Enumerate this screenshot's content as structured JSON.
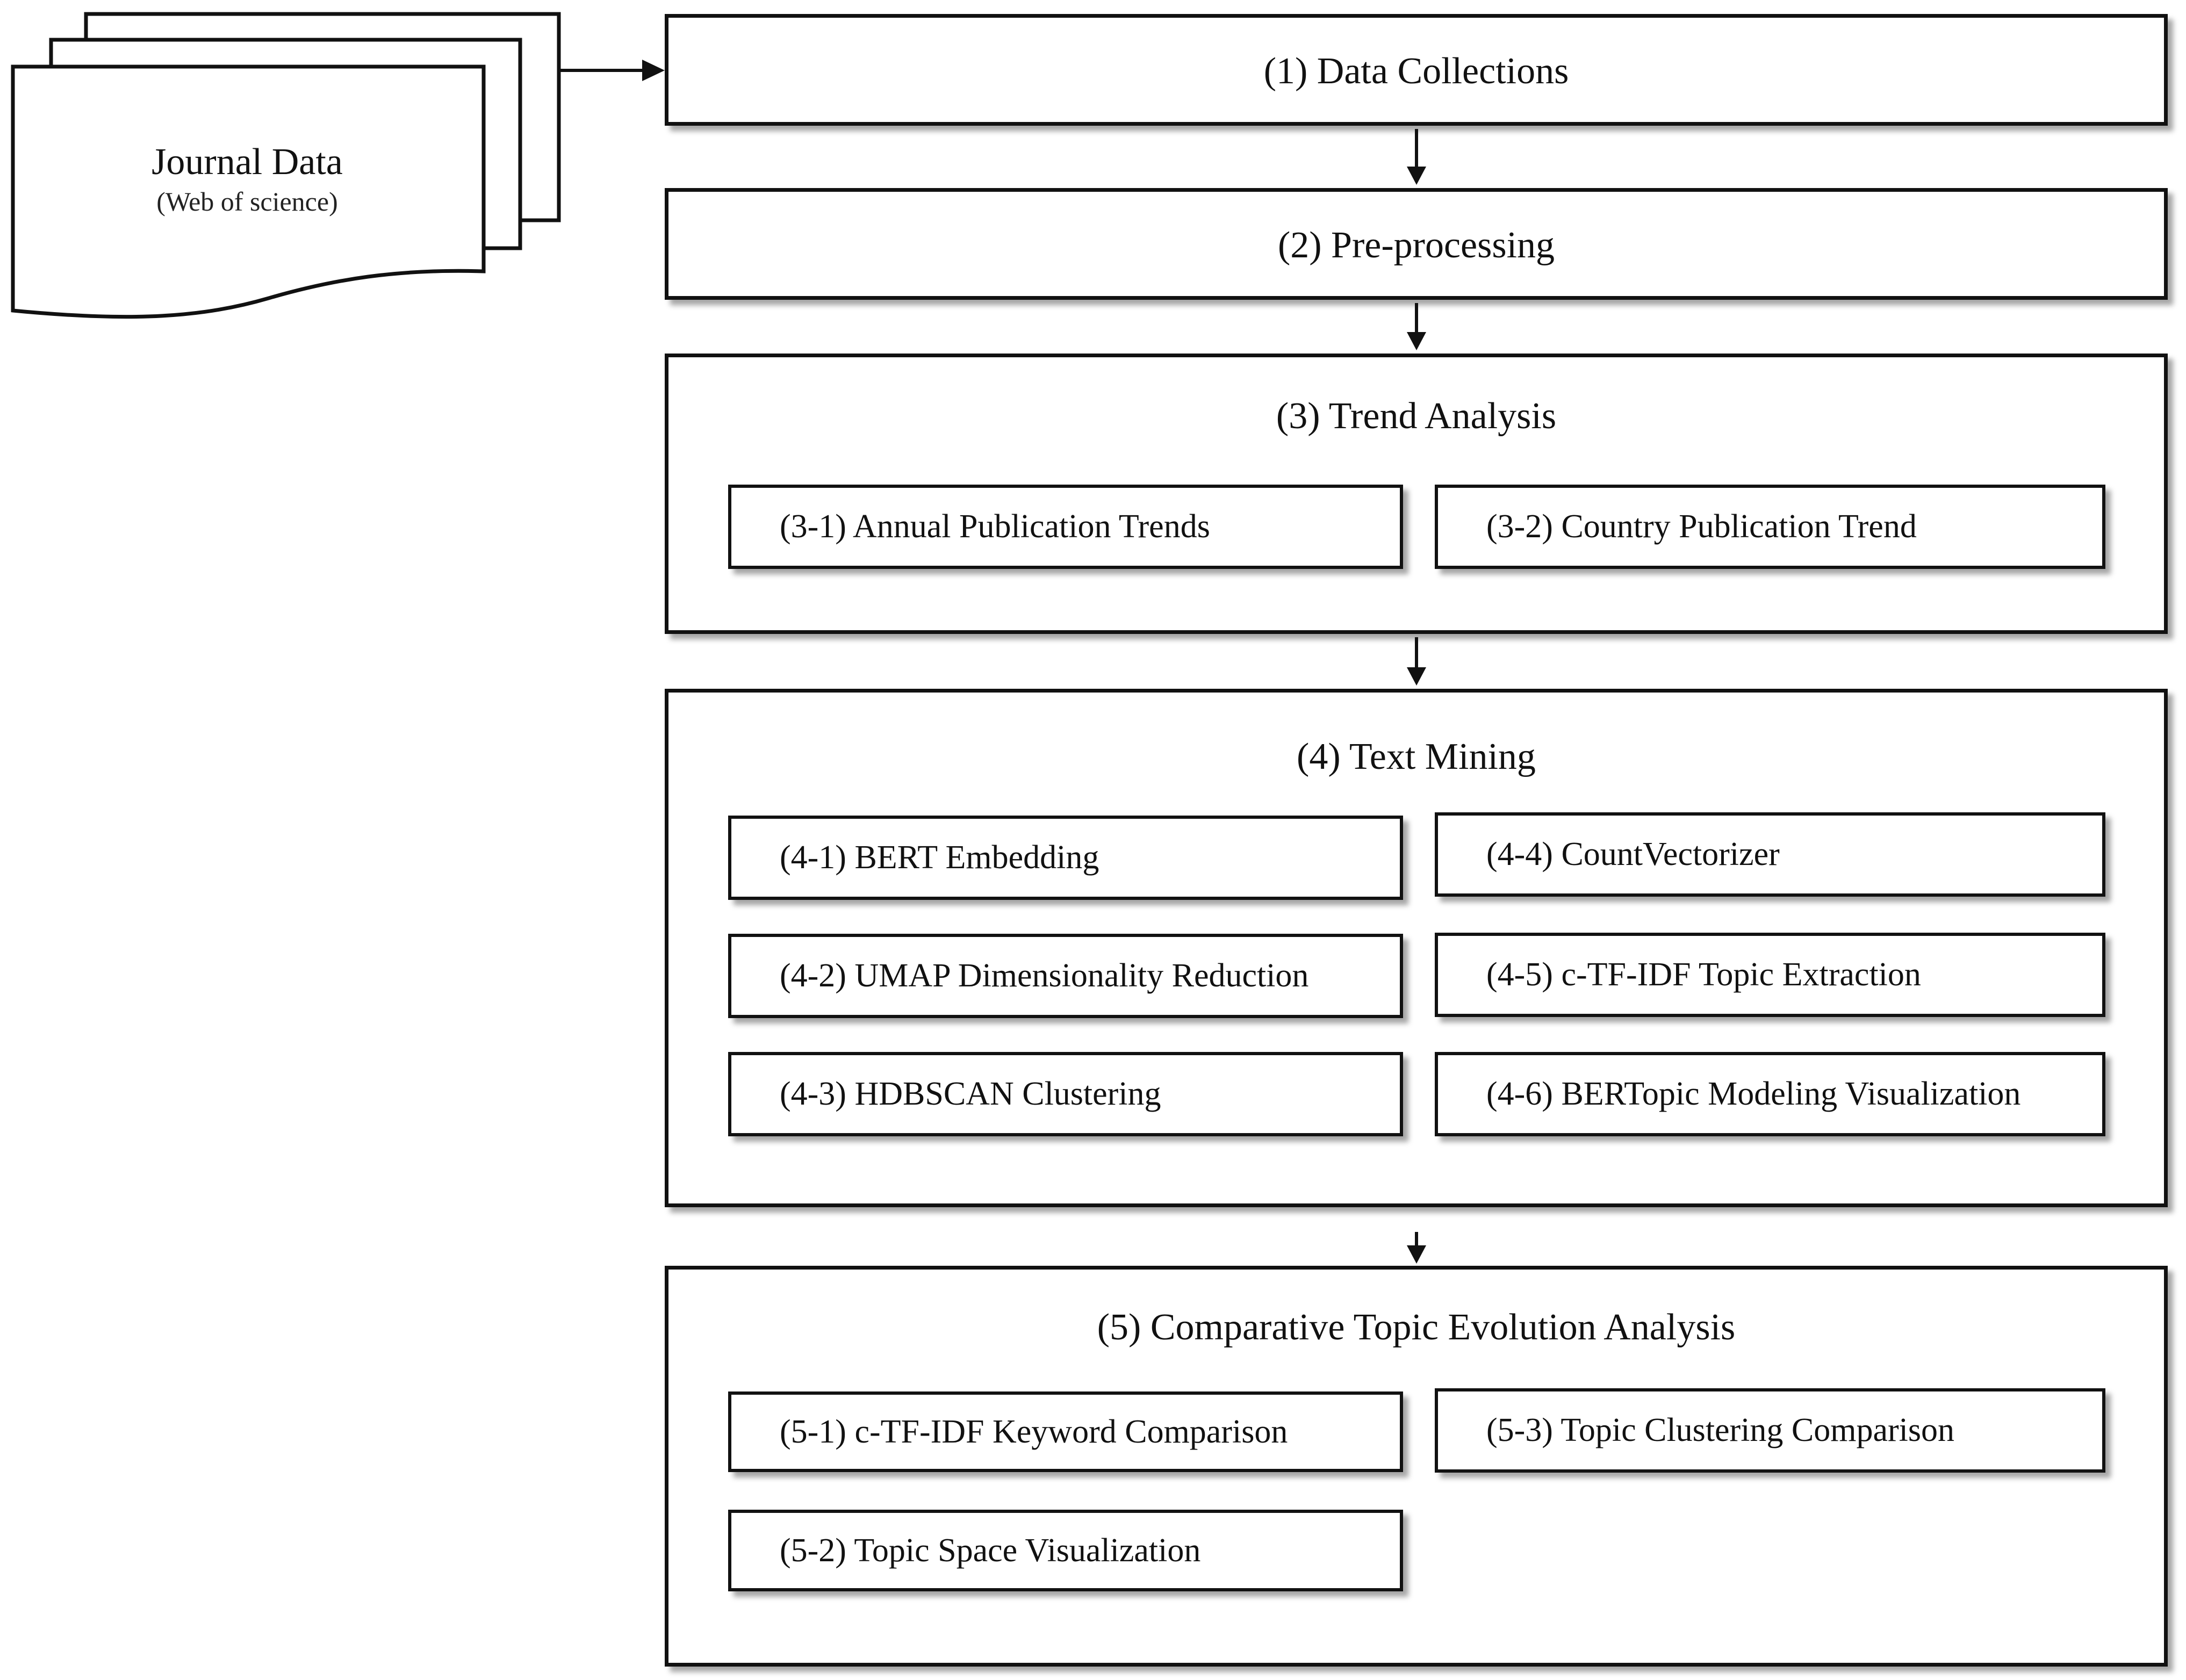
{
  "source": {
    "title": "Journal Data",
    "subtitle": "(Web of science)"
  },
  "steps": [
    {
      "label": "(1) Data Collections",
      "substeps": []
    },
    {
      "label": "(2) Pre-processing",
      "substeps": []
    },
    {
      "label": "(3) Trend Analysis",
      "substeps": [
        "(3-1) Annual Publication Trends",
        "(3-2) Country Publication Trend"
      ]
    },
    {
      "label": "(4) Text Mining",
      "substeps": [
        "(4-1) BERT Embedding",
        "(4-2) UMAP Dimensionality Reduction",
        "(4-3) HDBSCAN Clustering",
        "(4-4) CountVectorizer",
        "(4-5) c-TF-IDF Topic Extraction",
        "(4-6) BERTopic Modeling Visualization"
      ]
    },
    {
      "label": "(5) Comparative Topic Evolution Analysis",
      "substeps": [
        "(5-1) c-TF-IDF Keyword Comparison",
        "(5-2) Topic Space Visualization",
        "(5-3) Topic Clustering Comparison"
      ]
    }
  ]
}
